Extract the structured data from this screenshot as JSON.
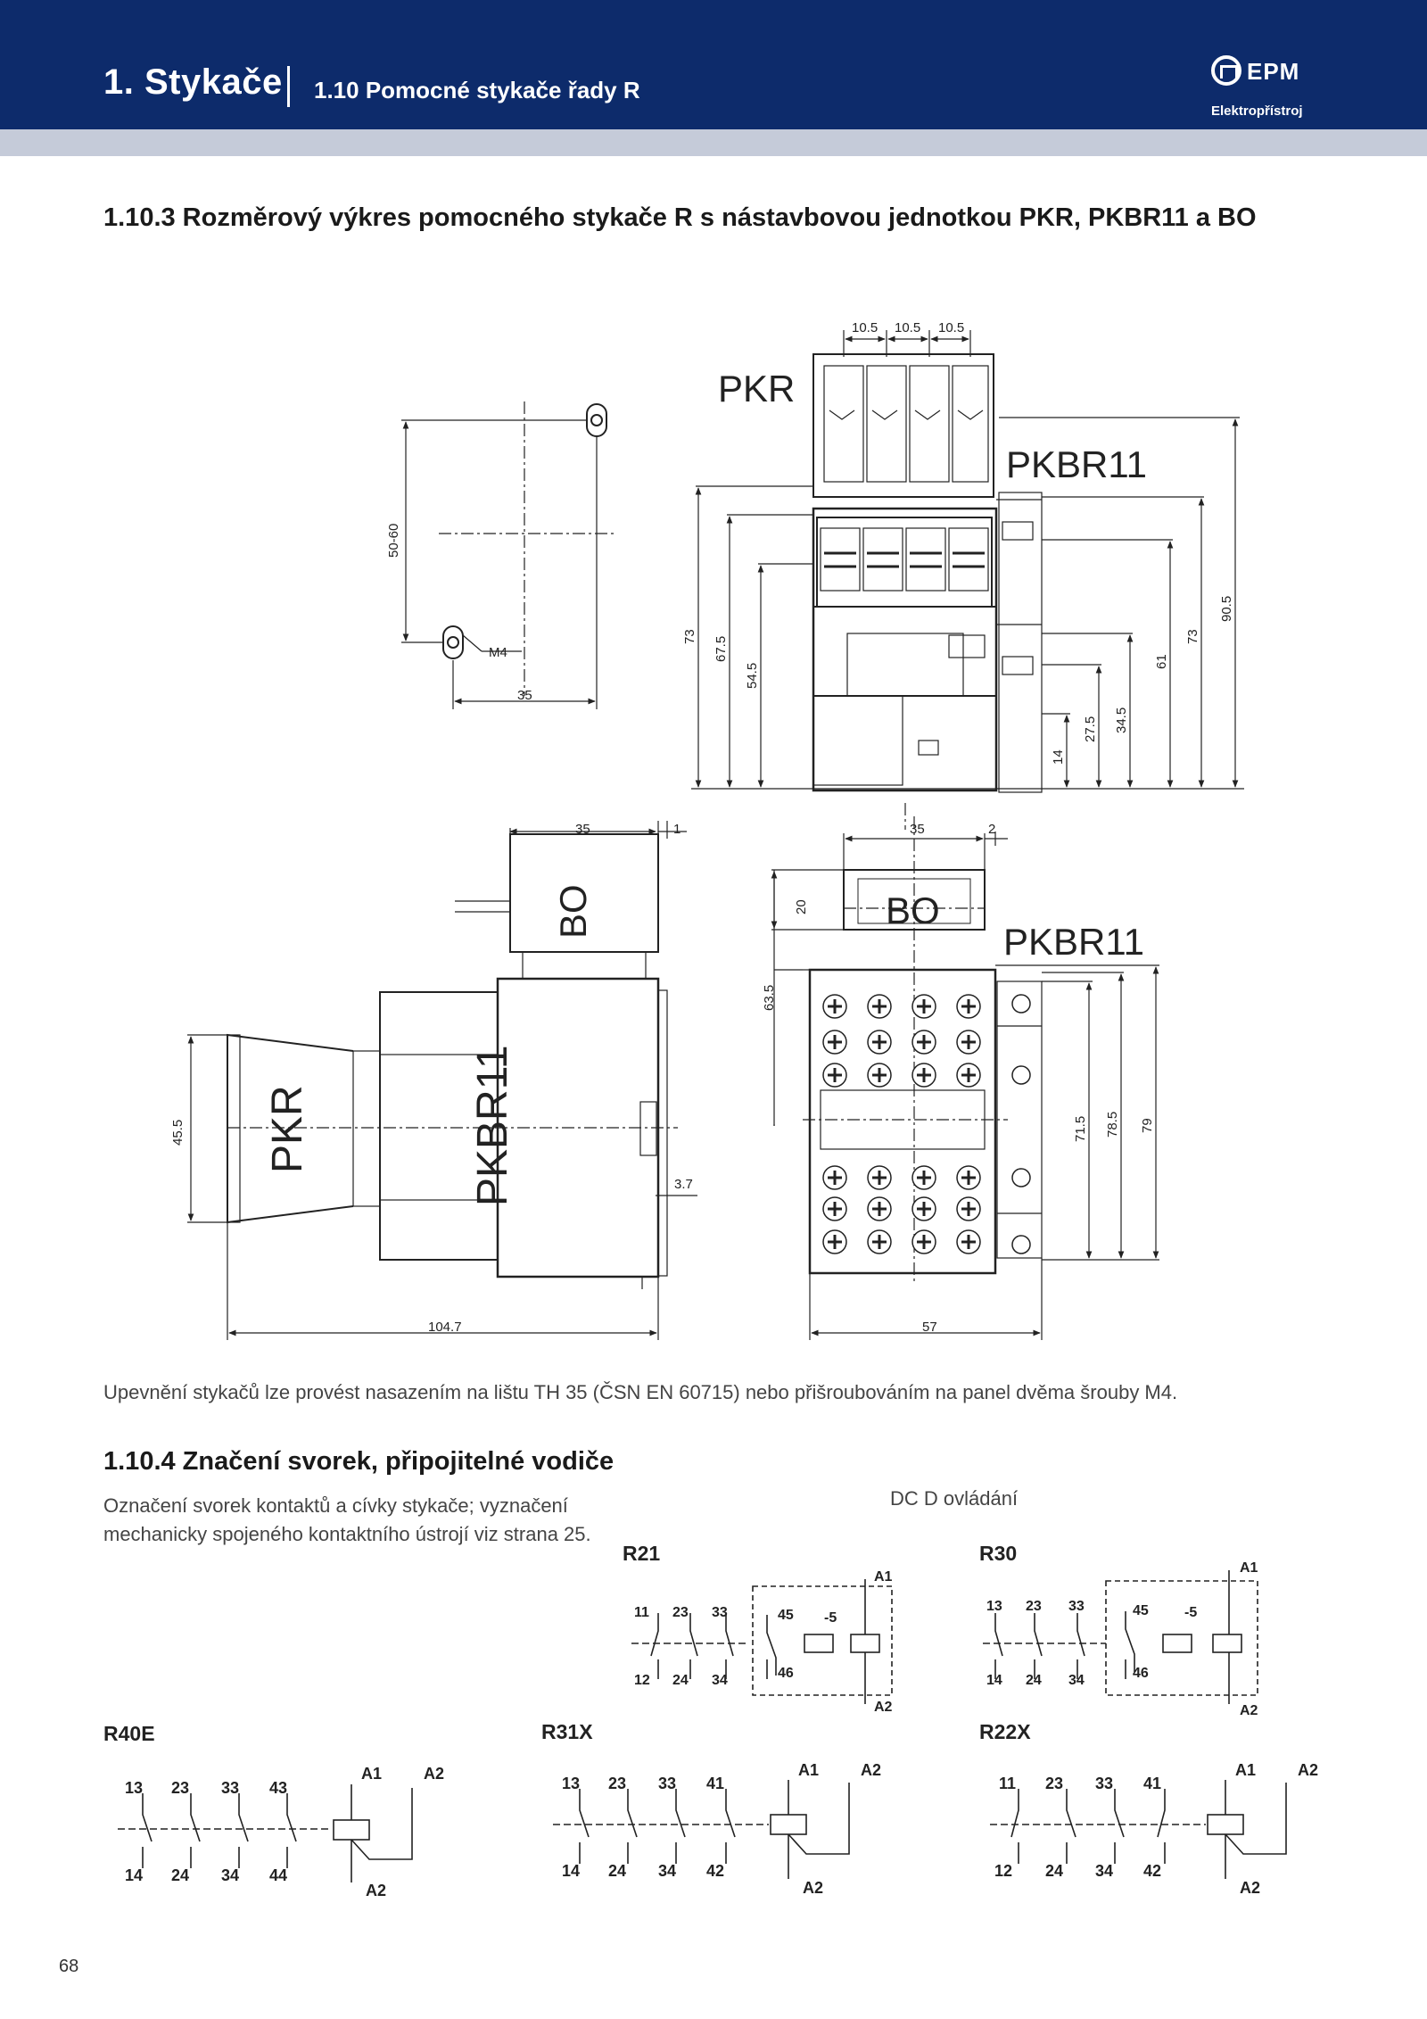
{
  "header": {
    "chapter": "1. Stykače",
    "subchapter": "1.10 Pomocné stykače řady R",
    "logo_text": "EPM",
    "logo_sub": "Elektropřístroj"
  },
  "section1": {
    "title": "1.10.3 Rozměrový výkres pomocného stykače R s nástavbovou jednotkou PKR, PKBR11 a BO"
  },
  "drawing": {
    "labels": {
      "pkr": "PKR",
      "pkbr11": "PKBR11",
      "bo": "BO"
    },
    "dims": {
      "d10_5": "10.5",
      "d50_60": "50-60",
      "m4": "M4",
      "d35": "35",
      "d73": "73",
      "d67_5": "67.5",
      "d54_5": "54.5",
      "d14": "14",
      "d27_5": "27.5",
      "d34_5": "34.5",
      "d61": "61",
      "d90_5": "90.5",
      "d1": "1",
      "d2": "2",
      "d20": "20",
      "d63_5": "63.5",
      "d45_5": "45.5",
      "d3_7": "3.7",
      "d104_7": "104.7",
      "d57": "57",
      "d71_5": "71.5",
      "d78_5": "78.5",
      "d79": "79"
    }
  },
  "mounting_note": "Upevnění stykačů lze provést nasazením na lištu TH 35 (ČSN EN 60715) nebo přišroubováním na panel dvěma šrouby M4.",
  "section2": {
    "title": "1.10.4 Značení svorek, připojitelné vodiče",
    "description": "Označení svorek kontaktů a cívky stykače; vyznačení mechanicky spojeného kontaktního ústrojí viz strana 25.",
    "dc_label": "DC D ovládání"
  },
  "diagrams": {
    "r21": {
      "title": "R21",
      "top": [
        "11",
        "23",
        "33"
      ],
      "bottom": [
        "12",
        "24",
        "34"
      ],
      "t45": "45",
      "t46": "46",
      "t5": "-5",
      "a1": "A1",
      "a2": "A2"
    },
    "r30": {
      "title": "R30",
      "top": [
        "13",
        "23",
        "33"
      ],
      "bottom": [
        "14",
        "24",
        "34"
      ],
      "t45": "45",
      "t46": "46",
      "t5": "-5",
      "a1": "A1",
      "a2": "A2"
    },
    "r40e": {
      "title": "R40E",
      "top": [
        "13",
        "23",
        "33",
        "43"
      ],
      "bottom": [
        "14",
        "24",
        "34",
        "44"
      ],
      "a1": "A1",
      "a2": "A2",
      "a2b": "A2"
    },
    "r31x": {
      "title": "R31X",
      "top": [
        "13",
        "23",
        "33",
        "41"
      ],
      "bottom": [
        "14",
        "24",
        "34",
        "42"
      ],
      "a1": "A1",
      "a2": "A2",
      "a2b": "A2"
    },
    "r22x": {
      "title": "R22X",
      "top": [
        "11",
        "23",
        "33",
        "41"
      ],
      "bottom": [
        "12",
        "24",
        "34",
        "42"
      ],
      "a1": "A1",
      "a2": "A2",
      "a2b": "A2"
    }
  },
  "footer": {
    "page": "68"
  }
}
